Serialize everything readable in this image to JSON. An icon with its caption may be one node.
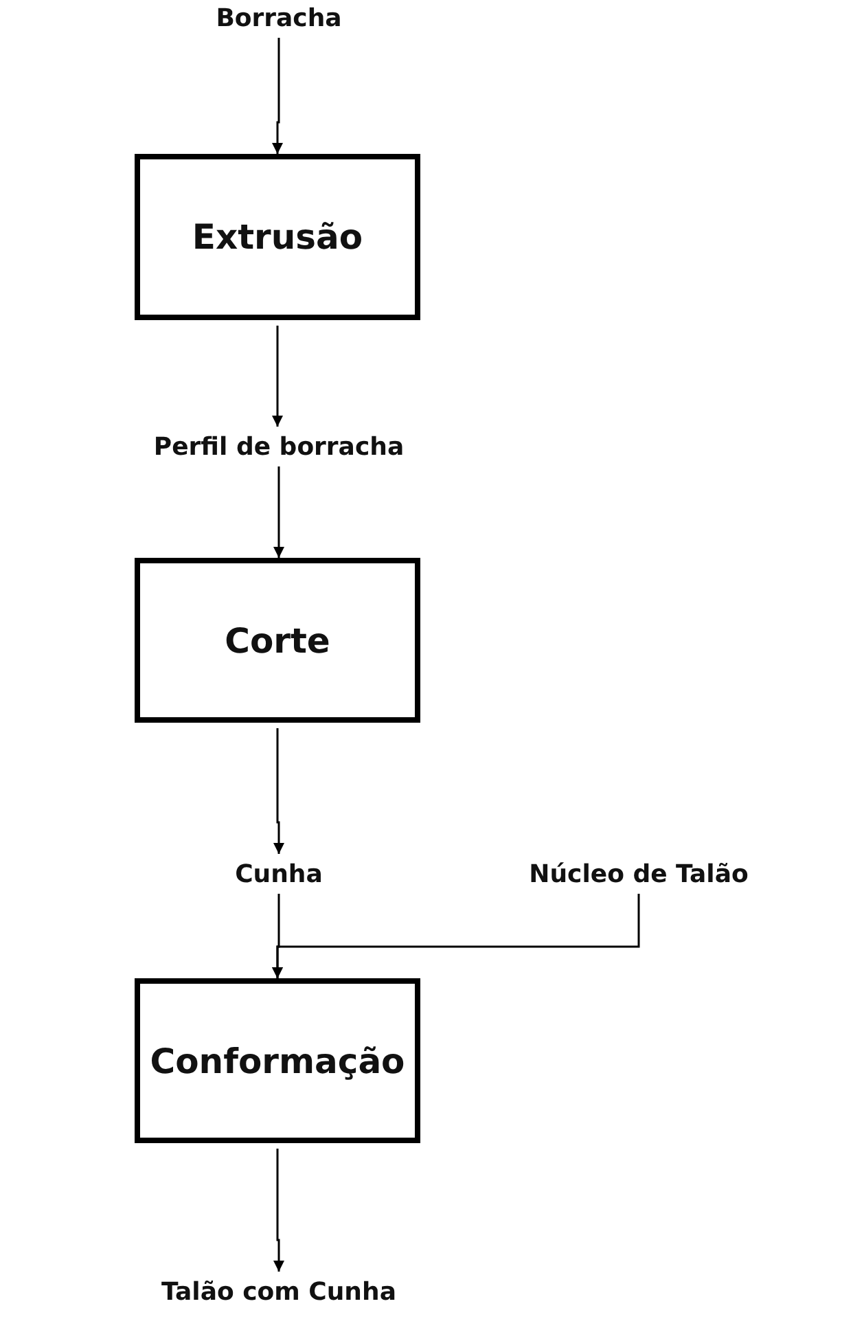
{
  "diagram": {
    "nodes": [
      {
        "text": [
          "Borracha"
        ]
      },
      {
        "text": [
          "Extrusão"
        ]
      },
      {
        "text": [
          "Perfil de borracha"
        ]
      },
      {
        "text": [
          "Corte"
        ]
      },
      {
        "text": [
          "Cunha"
        ]
      },
      {
        "text": [
          "Núcleo de Talão"
        ]
      },
      {
        "text": [
          "Conformação"
        ]
      },
      {
        "text": [
          "Talão com Cunha"
        ]
      }
    ],
    "edges": [
      {
        "from": 0,
        "to": 1,
        "arrow": "to"
      },
      {
        "from": 1,
        "to": 2,
        "arrow": "to"
      },
      {
        "from": 2,
        "to": 3,
        "arrow": "to"
      },
      {
        "from": 3,
        "to": 4,
        "arrow": "to"
      },
      {
        "from": 4,
        "to": 6,
        "arrow": "to"
      },
      {
        "from": 5,
        "to": 6,
        "arrow": "to"
      },
      {
        "from": 6,
        "to": 7,
        "arrow": "to"
      }
    ]
  }
}
